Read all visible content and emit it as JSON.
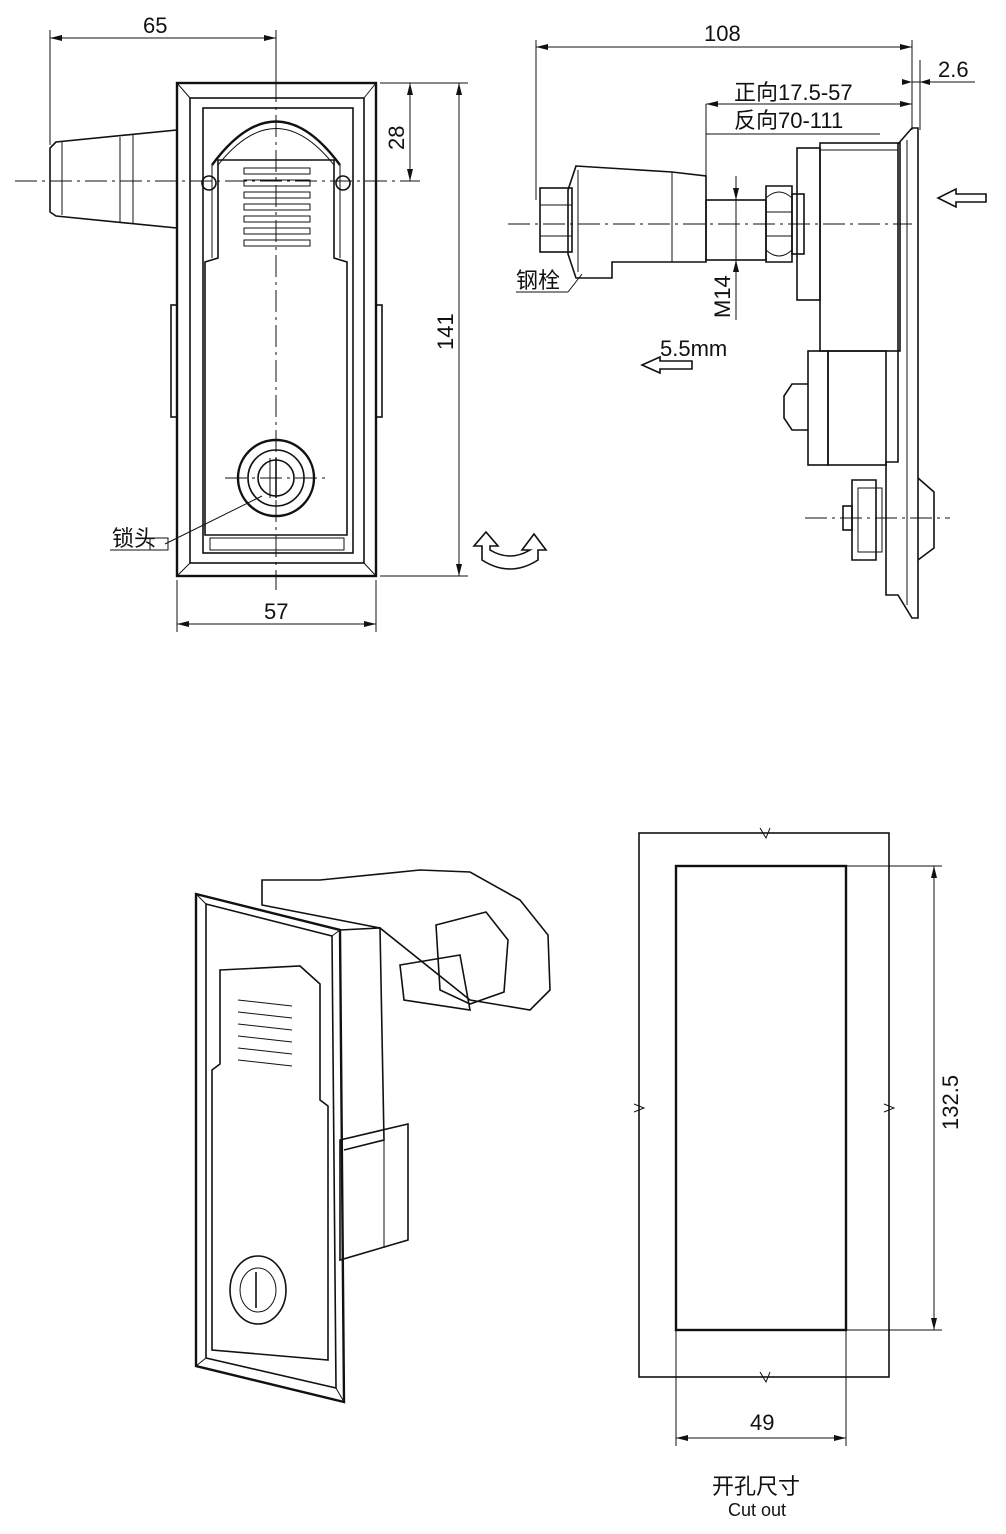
{
  "front_view": {
    "dim_width_top": "65",
    "dim_height_top": "28",
    "dim_height_total": "141",
    "dim_width_bottom": "57",
    "label_lock": "锁头"
  },
  "side_view": {
    "dim_length": "108",
    "dim_thickness": "2.6",
    "label_forward": "正向17.5-57",
    "label_reverse": "反向70-111",
    "label_bolt": "钢栓",
    "label_thread": "M14",
    "label_stroke": "5.5mm"
  },
  "cutout_view": {
    "dim_height": "132.5",
    "dim_width": "49",
    "title_cn": "开孔尺寸",
    "title_en": "Cut out"
  }
}
